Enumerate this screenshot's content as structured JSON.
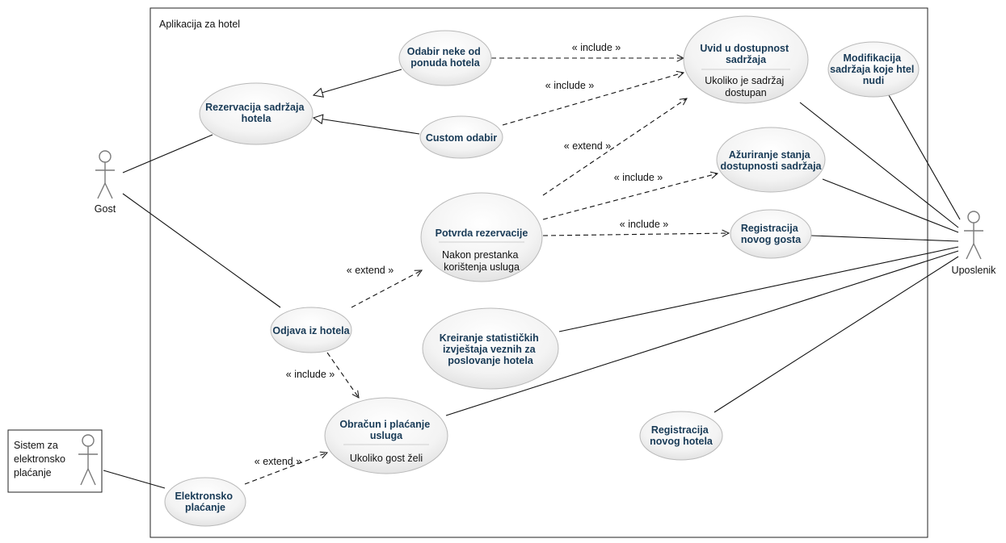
{
  "system": {
    "title": "Aplikacija za hotel"
  },
  "actors": {
    "gost": "Gost",
    "uposlenik": "Uposlenik",
    "payment_system": [
      "Sistem za",
      "elektronsko",
      "plaćanje"
    ]
  },
  "use_cases": {
    "rezervacija": [
      "Rezervacija sadržaja",
      "hotela"
    ],
    "odabir": [
      "Odabir neke od",
      "ponuda hotela"
    ],
    "custom": [
      "Custom odabir"
    ],
    "uvid": {
      "title": [
        "Uvid u dostupnost",
        "sadržaja"
      ],
      "note": [
        "Ukoliko je sadržaj",
        "dostupan"
      ]
    },
    "modifikacija": [
      "Modifikacija",
      "sadržaja koje htel",
      "nudi"
    ],
    "azuriranje": [
      "Ažuriranje stanja",
      "dostupnosti sadržaja"
    ],
    "potvrda": {
      "title": [
        "Potvrda rezervacije"
      ],
      "note": [
        "Nakon prestanka",
        "korištenja usluga"
      ]
    },
    "registracija_gosta": [
      "Registracija",
      "novog gosta"
    ],
    "odjava": [
      "Odjava iz hotela"
    ],
    "kreiranje": [
      "Kreiranje statističkih",
      "izvještaja veznih za",
      "poslovanje hotela"
    ],
    "obracun": {
      "title": [
        "Obračun i plaćanje",
        "usluga"
      ],
      "note": [
        "Ukoliko gost želi"
      ]
    },
    "registracija_hotela": [
      "Registracija",
      "novog hotela"
    ],
    "elektronsko": [
      "Elektronsko",
      "plaćanje"
    ]
  },
  "relations": {
    "include": "« include »",
    "extend": "« extend »"
  }
}
